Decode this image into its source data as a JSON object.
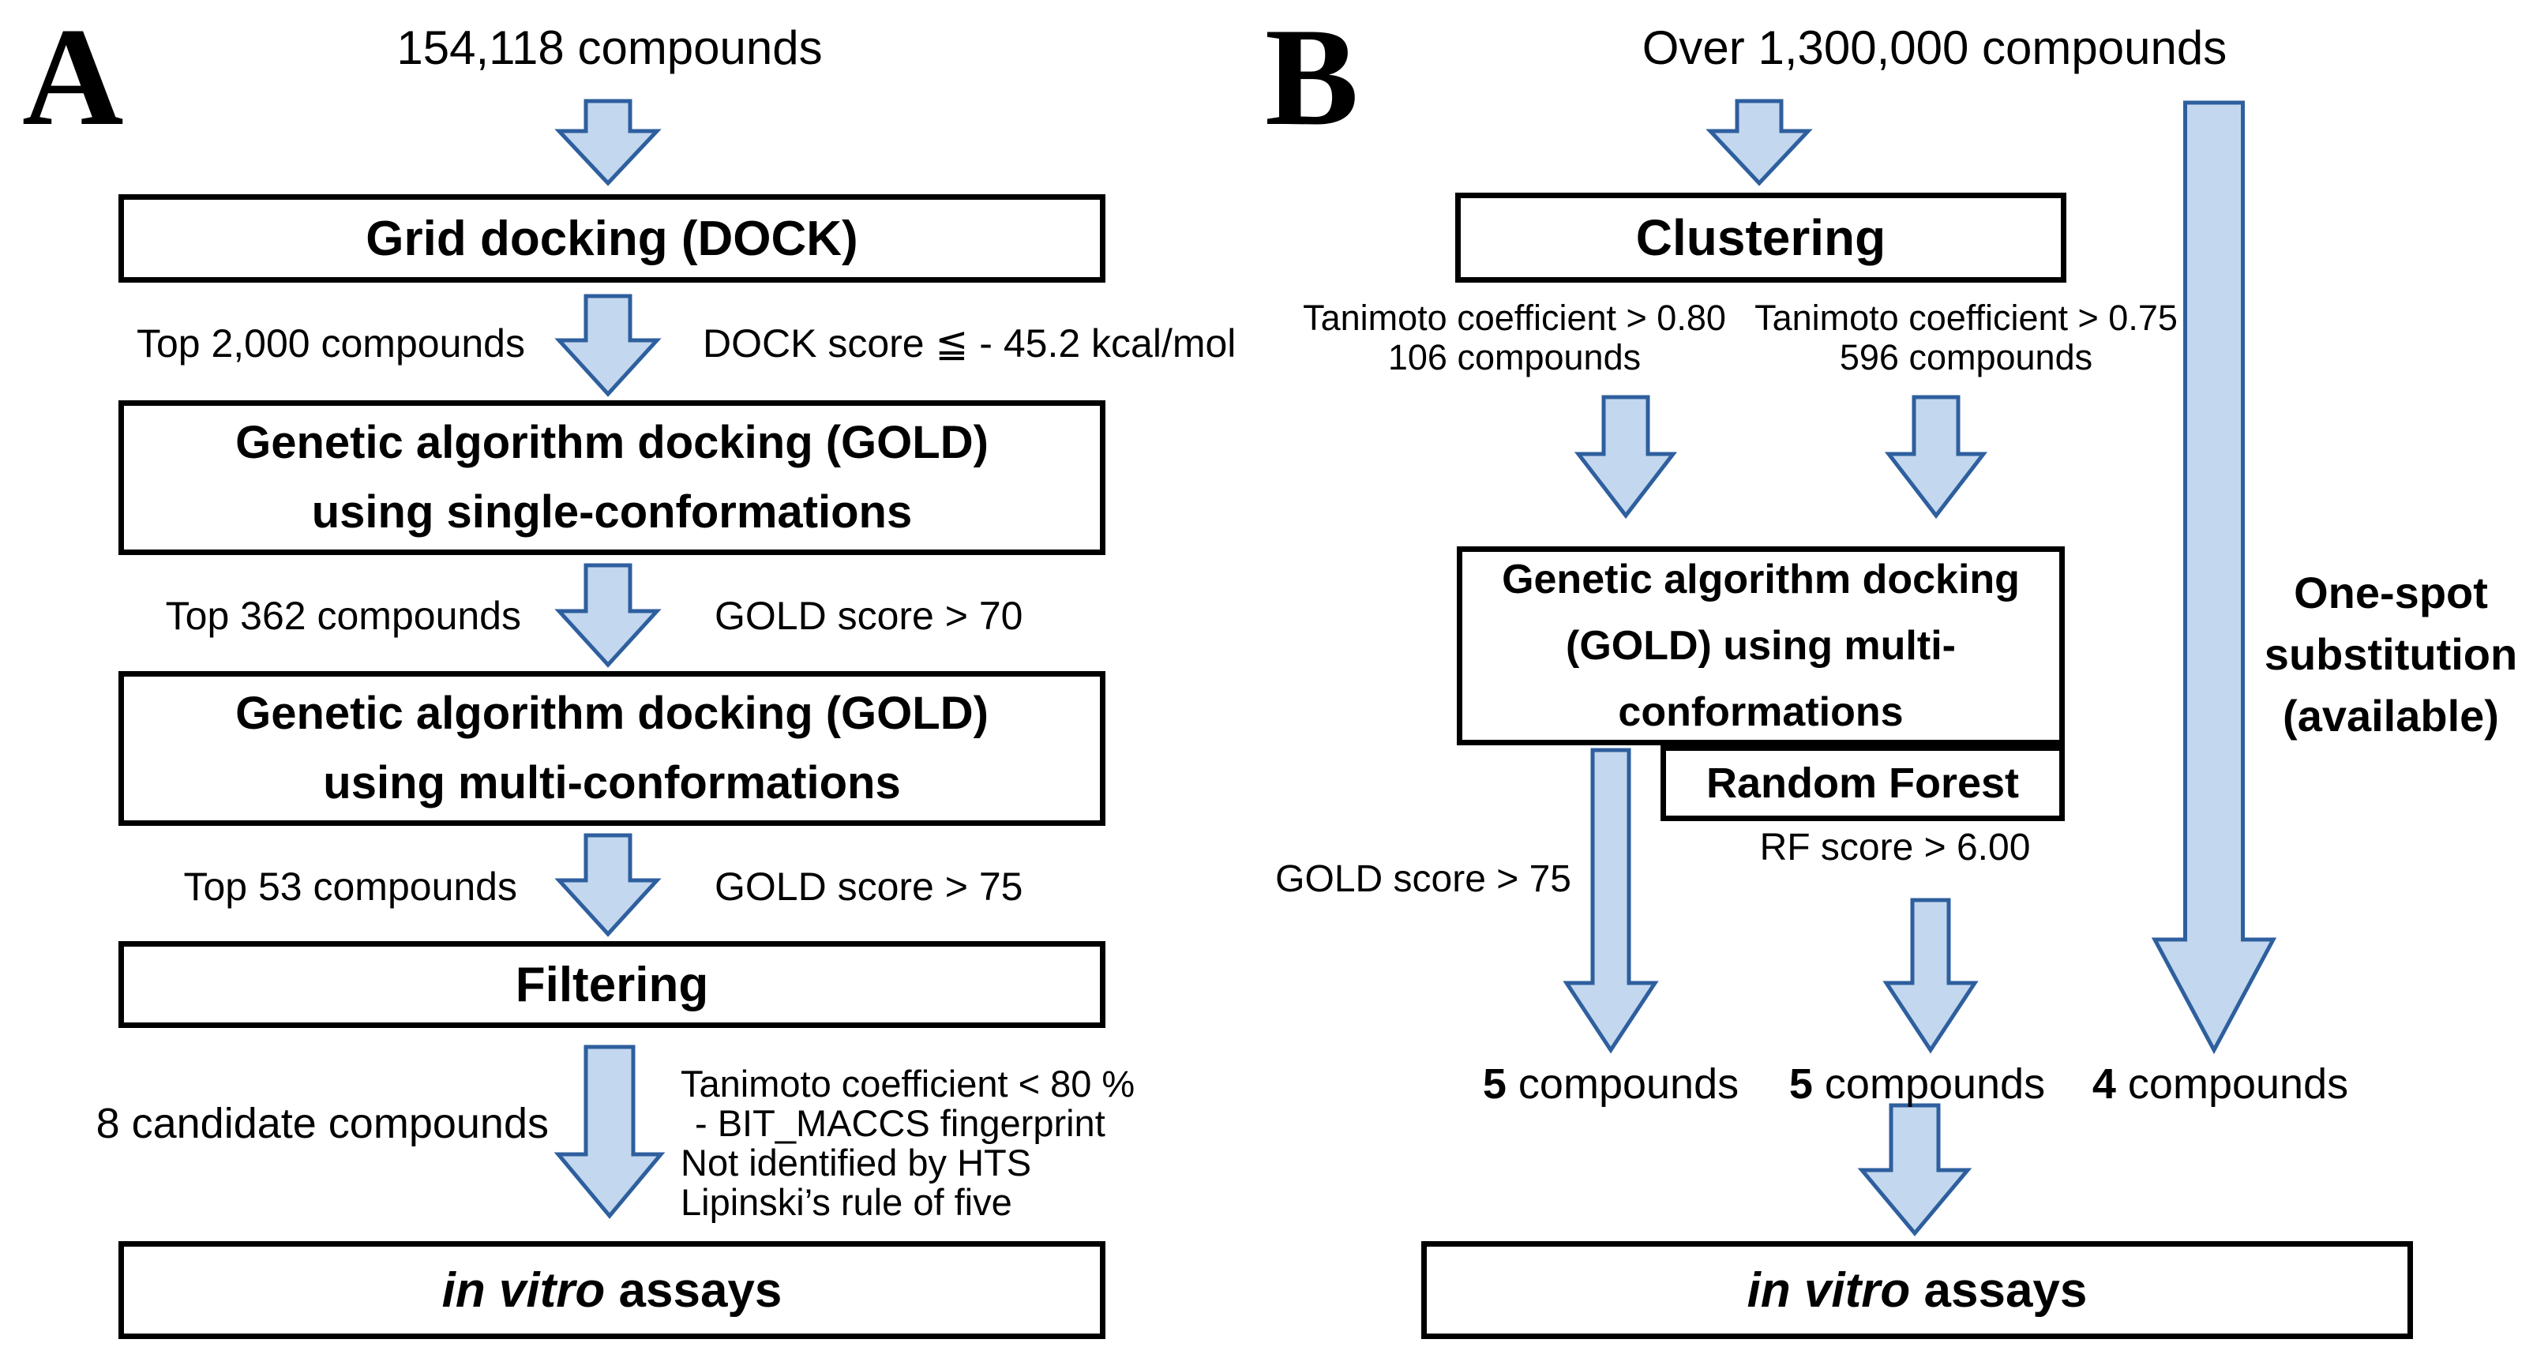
{
  "colors": {
    "arrow_fill": "#c3d7ee",
    "arrow_stroke": "#2e5f9e",
    "box_border": "#000000",
    "background": "#ffffff",
    "text": "#000000"
  },
  "a": {
    "panel_label": "A",
    "top_label": "154,118 compounds",
    "box_grid": "Grid docking (DOCK)",
    "row1_left": "Top 2,000 compounds",
    "row1_right": "DOCK score ≦ - 45.2 kcal/mol",
    "box_single_l1": "Genetic algorithm docking (GOLD)",
    "box_single_l2": "using single-conformations",
    "row2_left": "Top 362 compounds",
    "row2_right": "GOLD score > 70",
    "box_multi_l1": "Genetic algorithm docking (GOLD)",
    "box_multi_l2": "using multi-conformations",
    "row3_left": "Top 53 compounds",
    "row3_right": "GOLD score > 75",
    "box_filtering": "Filtering",
    "result_left": "8 candidate compounds",
    "filter_lines": [
      "Tanimoto coefficient < 80 %",
      "- BIT_MACCS fingerprint",
      "Not identified by HTS",
      "Lipinski’s rule of five"
    ],
    "invitro_italic": "in vitro",
    "invitro_rest": " assays"
  },
  "b": {
    "panel_label": "B",
    "top_label": "Over 1,300,000 compounds",
    "box_clustering": "Clustering",
    "branch_left_l1": "Tanimoto coefficient > 0.80",
    "branch_left_l2": "106 compounds",
    "branch_right_l1": "Tanimoto coefficient > 0.75",
    "branch_right_l2": "596 compounds",
    "box_gold_l1": "Genetic algorithm docking",
    "box_gold_l2": "(GOLD) using multi-",
    "box_gold_l3": "conformations",
    "box_rf": "Random Forest",
    "gold_score": "GOLD score > 75",
    "rf_score": "RF score > 6.00",
    "onespot_l1": "One-spot",
    "onespot_l2": "substitution",
    "onespot_l3": "(available)",
    "result1_num": "5",
    "result1_text": " compounds",
    "result2_num": "5",
    "result2_text": " compounds",
    "result3_num": "4",
    "result3_text": " compounds",
    "invitro_italic": "in vitro",
    "invitro_rest": " assays"
  }
}
